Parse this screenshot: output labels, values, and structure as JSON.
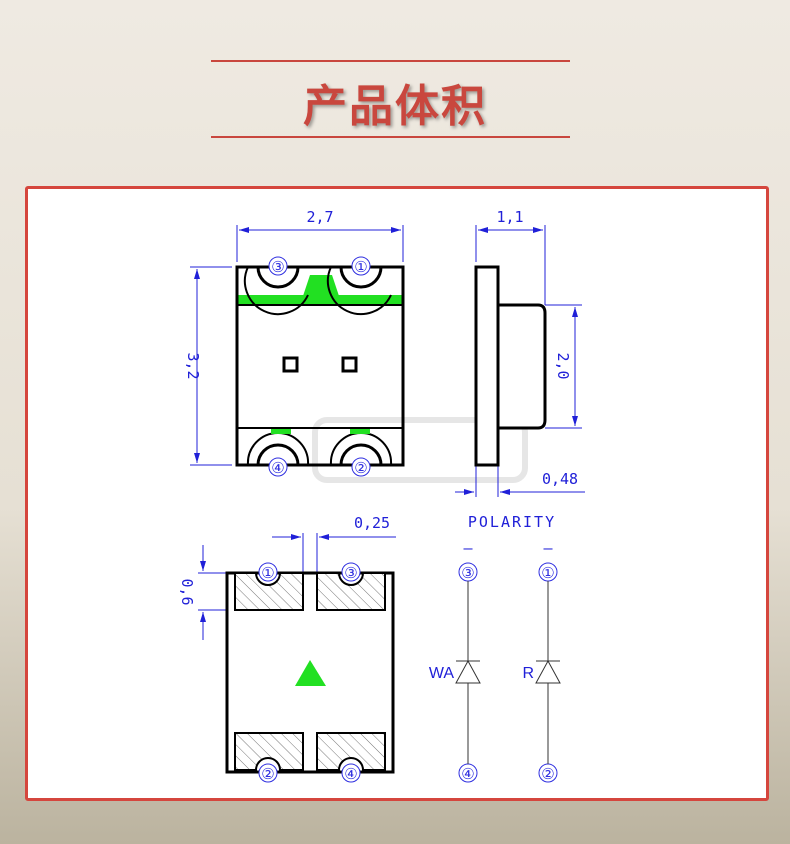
{
  "header": {
    "title": "产品体积",
    "accent": "#c9473e"
  },
  "diagram": {
    "top_view": {
      "width": "2,7",
      "height": "3,2",
      "pins_top": [
        "③",
        "①"
      ],
      "pins_bottom": [
        "④",
        "②"
      ]
    },
    "side_view": {
      "thickness": "1,1",
      "lens_height": "2,0",
      "base": "0,48"
    },
    "bottom_view": {
      "gap": "0,25",
      "pad": "0,6",
      "pins_top": [
        "①",
        "③"
      ],
      "pins_bottom": [
        "②",
        "④"
      ]
    },
    "polarity": {
      "title": "POLARITY",
      "minus": "–",
      "left": {
        "label": "WA",
        "top": "③",
        "bottom": "④"
      },
      "right": {
        "label": "R",
        "top": "①",
        "bottom": "②"
      }
    },
    "colors": {
      "dimension": "#2020d8",
      "led_green": "#22e022",
      "outline": "#000000"
    }
  }
}
